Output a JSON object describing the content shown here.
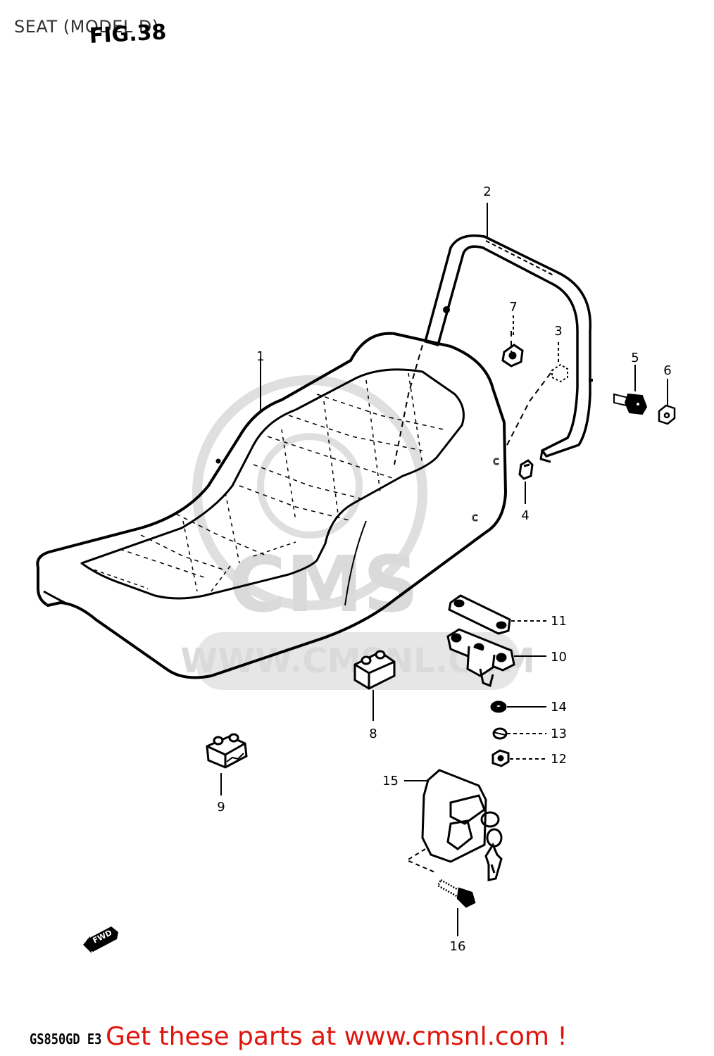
{
  "page": {
    "title": "SEAT (MODEL D)",
    "figure": "FIG.38",
    "model_code": "GS850GD E3",
    "cta": "Get these parts at www.cmsnl.com !"
  },
  "watermark": {
    "logo": "CMS",
    "url": "WWW.CMSNL.COM"
  },
  "parts": [
    {
      "id": "part-1",
      "label": "1",
      "name": "seat"
    },
    {
      "id": "part-2",
      "label": "2",
      "name": "seat-rail"
    },
    {
      "id": "part-3",
      "label": "3",
      "name": "nut"
    },
    {
      "id": "part-4",
      "label": "4",
      "name": "cushion"
    },
    {
      "id": "part-5",
      "label": "5",
      "name": "bolt"
    },
    {
      "id": "part-6",
      "label": "6",
      "name": "nut"
    },
    {
      "id": "part-7",
      "label": "7",
      "name": "nut"
    },
    {
      "id": "part-8",
      "label": "8",
      "name": "cushion"
    },
    {
      "id": "part-9",
      "label": "9",
      "name": "cushion"
    },
    {
      "id": "part-10",
      "label": "10",
      "name": "hinge"
    },
    {
      "id": "part-11",
      "label": "11",
      "name": "plate"
    },
    {
      "id": "part-12",
      "label": "12",
      "name": "nut"
    },
    {
      "id": "part-13",
      "label": "13",
      "name": "washer"
    },
    {
      "id": "part-14",
      "label": "14",
      "name": "washer"
    },
    {
      "id": "part-15",
      "label": "15",
      "name": "seat-lock"
    },
    {
      "id": "part-16",
      "label": "16",
      "name": "screw"
    }
  ],
  "fwd_marker": "FWD"
}
